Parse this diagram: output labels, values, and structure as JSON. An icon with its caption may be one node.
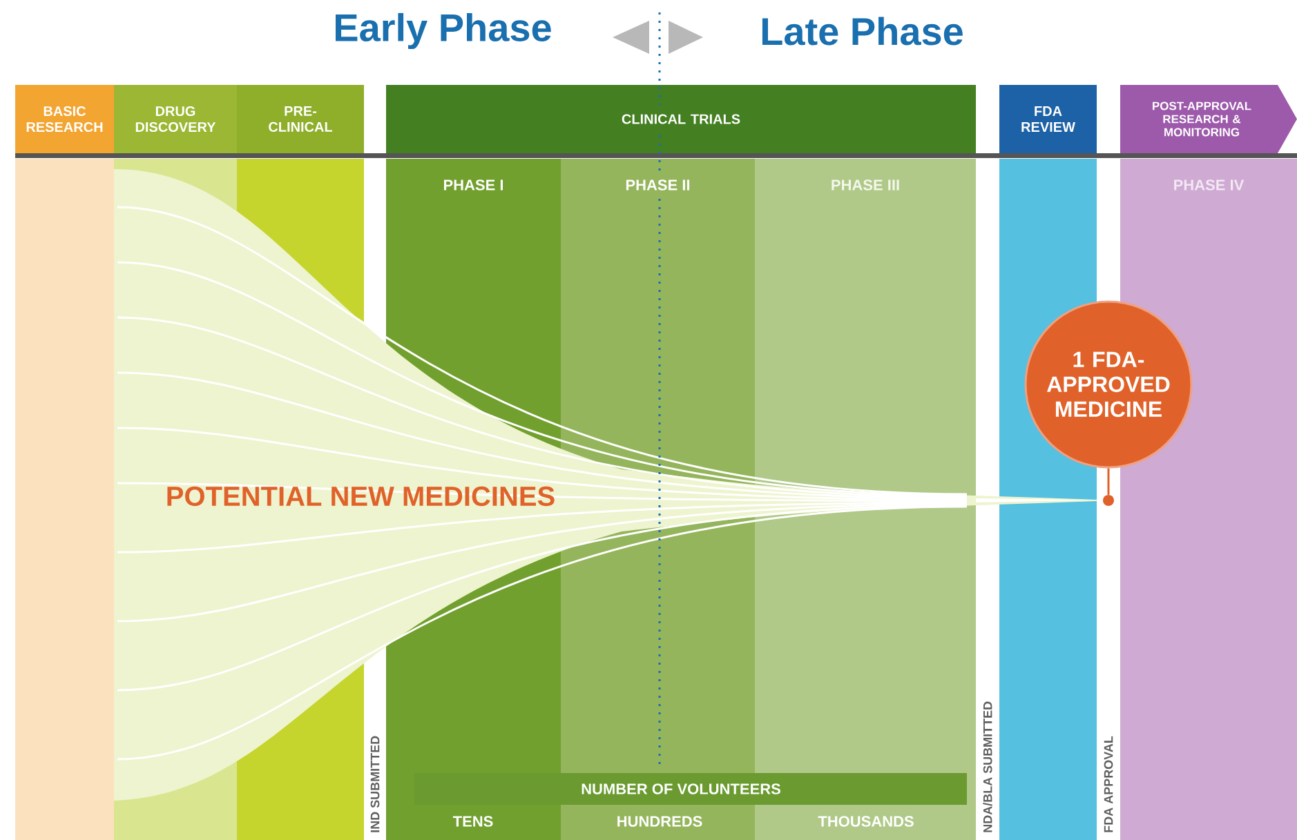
{
  "diagram": {
    "nodes": [
      {
        "text": [
          "BASIC RESEARCH"
        ]
      },
      {
        "text": [
          "DRUG DISCOVERY"
        ]
      },
      {
        "text": [
          "PRE-CLINICAL"
        ]
      },
      {
        "text": [
          "CLINICAL TRIALS"
        ]
      },
      {
        "text": [
          "FDA REVIEW"
        ]
      },
      {
        "text": [
          "POST-APPROVAL RESEARCH & MONITORING"
        ]
      },
      {
        "text": [
          "IND SUBMITTED"
        ]
      },
      {
        "text": [
          "PHASE I"
        ]
      },
      {
        "text": [
          "PHASE II"
        ]
      },
      {
        "text": [
          "PHASE III"
        ]
      },
      {
        "text": [
          "NDA/BLA SUBMITTED"
        ]
      },
      {
        "text": [
          "FDA APPROVAL"
        ]
      },
      {
        "text": [
          "PHASE IV"
        ]
      },
      {
        "text": [
          "1 FDA- APPROVED MEDICINE"
        ]
      },
      {
        "text": [],
        "shape": "circle"
      }
    ],
    "edges": [
      {
        "from": 13,
        "to": 14,
        "arrow": "none"
      }
    ],
    "labels": [
      "Early Phase",
      "Late Phase",
      "POTENTIAL NEW MEDICINES",
      "NUMBER OF VOLUNTEERS",
      "TENS",
      "HUNDREDS",
      "THOUSANDS"
    ]
  }
}
